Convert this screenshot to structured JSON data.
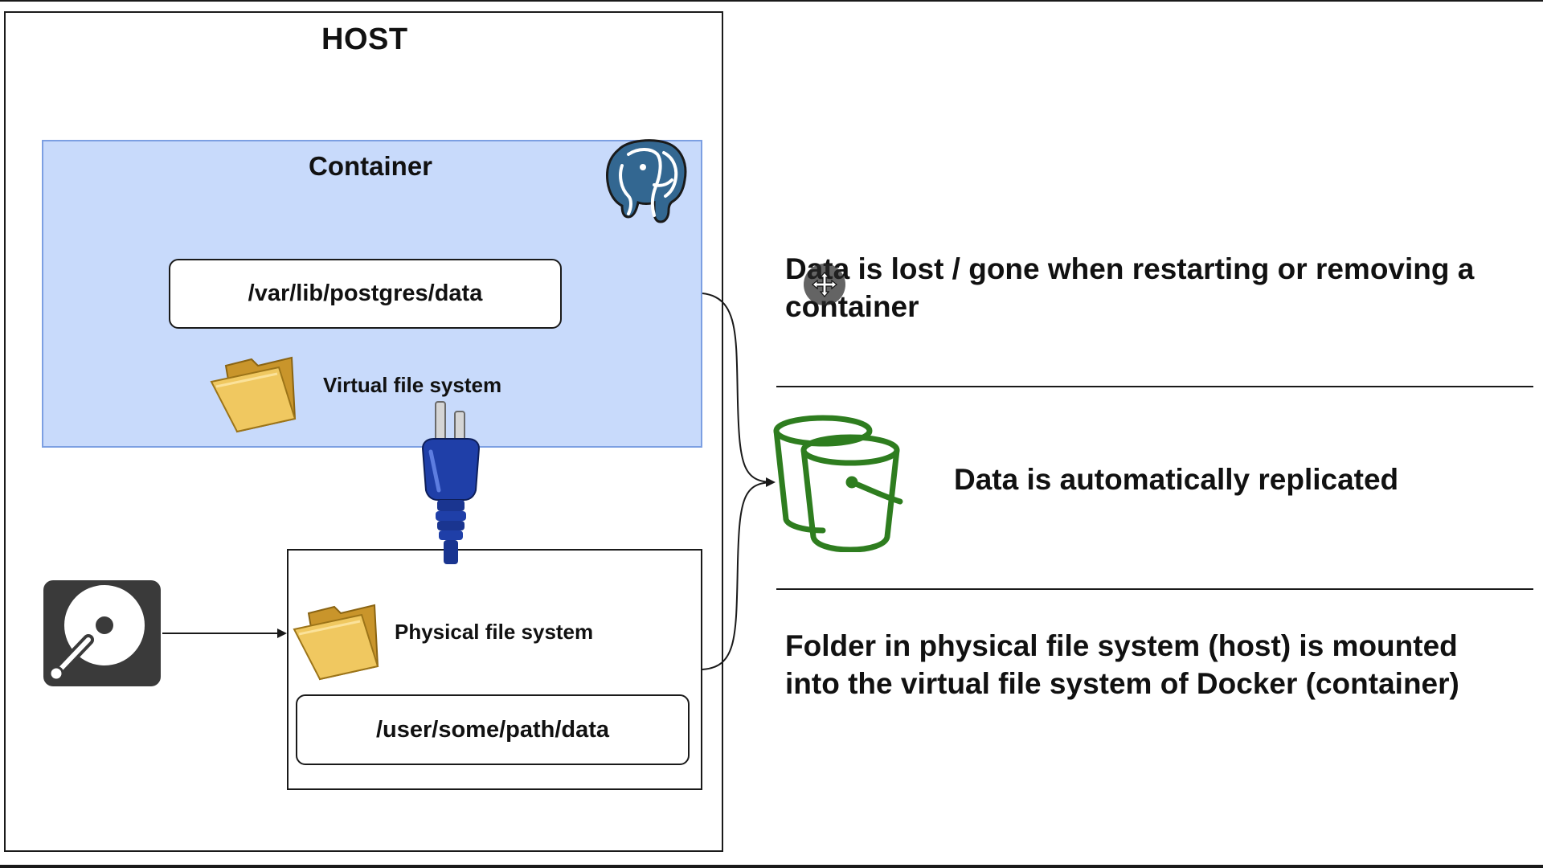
{
  "host": {
    "title": "HOST"
  },
  "container": {
    "title": "Container",
    "path": "/var/lib/postgres/data",
    "filesystem_label": "Virtual file system",
    "fill_color": "#c8dafb"
  },
  "physical": {
    "filesystem_label": "Physical file system",
    "path": "/user/some/path/data"
  },
  "statements": {
    "lost": "Data is lost / gone when restarting or removing a container",
    "replicated": "Data is automatically replicated",
    "mounted": "Folder in physical file system (host) is mounted into the virtual file system of Docker (container)"
  },
  "icons": {
    "database": "postgresql-elephant-icon",
    "folder": "folder-icon",
    "plug": "power-plug-icon",
    "drive": "hard-drive-icon",
    "storage": "bucket-icon",
    "cursor": "move-cursor-icon"
  },
  "colors": {
    "postgres_blue": "#336791",
    "plug_blue": "#1f3fa8",
    "bucket_green": "#2e7d1f",
    "folder_yellow": "#e6b84a"
  }
}
